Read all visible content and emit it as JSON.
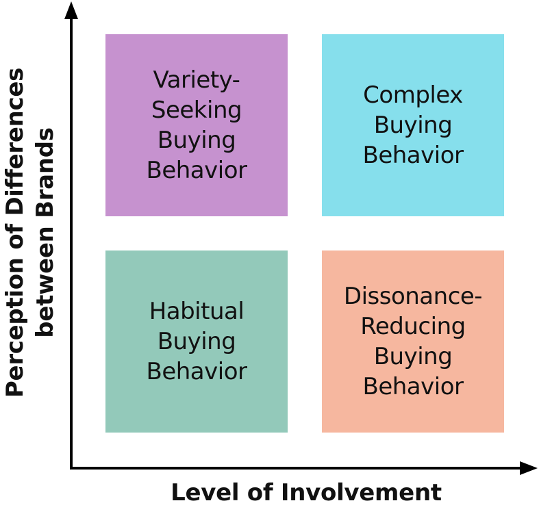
{
  "axes": {
    "x_label": "Level of Involvement",
    "y_label_lines": [
      "Perception of Differences",
      "between Brands"
    ]
  },
  "quadrants": {
    "top_left": {
      "lines": [
        "Variety-",
        "Seeking",
        "Buying",
        "Behavior"
      ],
      "color": "#c692cf"
    },
    "top_right": {
      "lines": [
        "Complex",
        "Buying",
        "Behavior"
      ],
      "color": "#86dfec"
    },
    "bottom_left": {
      "lines": [
        "Habitual",
        "Buying",
        "Behavior"
      ],
      "color": "#93c9ba"
    },
    "bottom_right": {
      "lines": [
        "Dissonance-",
        "Reducing",
        "Buying",
        "Behavior"
      ],
      "color": "#f6b79f"
    }
  }
}
